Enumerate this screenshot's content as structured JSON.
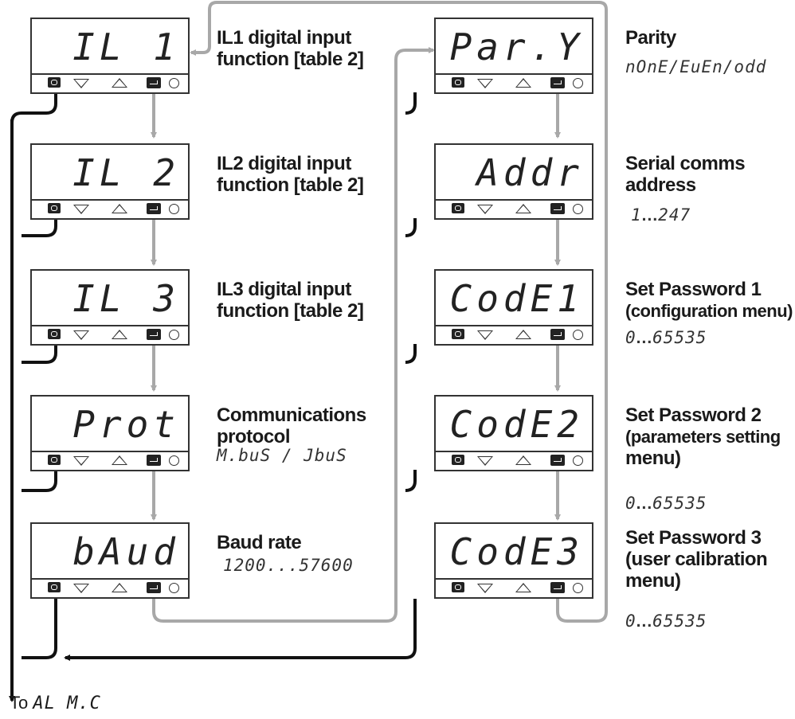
{
  "displays": {
    "il1": "IL 1",
    "il2": "IL 2",
    "il3": "IL 3",
    "prot": "Prot",
    "baud": "bAud",
    "pary": "Par.Y",
    "addr": "Addr",
    "code1": "CodE1",
    "code2": "CodE2",
    "code3": "CodE3"
  },
  "labels": {
    "il1_l1": "IL1 digital input",
    "il1_l2": "function [table 2]",
    "il2_l1": "IL2 digital input",
    "il2_l2": "function [table 2]",
    "il3_l1": "IL3 digital input",
    "il3_l2": "function [table 2]",
    "prot_l1": "Communications",
    "prot_l2": "protocol",
    "baud_l1": "Baud rate",
    "pary_l1": "Parity",
    "addr_l1": "Serial comms",
    "addr_l2": "address",
    "code1_l1": "Set Password 1",
    "code1_l2": "(configuration menu)",
    "code2_l1": "Set Password 2",
    "code2_l2": "(parameters setting",
    "code2_l3": "menu)",
    "code3_l1": "Set Password 3",
    "code3_l2": "(user calibration",
    "code3_l3": "menu)"
  },
  "ranges": {
    "prot": "M.buS / JbuS",
    "baud": "1200...57600",
    "pary": "nOnE/EuEn/odd",
    "addr_min": "1",
    "addr_sep": "...",
    "addr_max": "247",
    "code_min": "0",
    "code_sep": "...",
    "code_max": "65535"
  },
  "footer": {
    "to": "To",
    "target": "AL M.C"
  },
  "colors": {
    "main_arrow": "#111111",
    "next_arrow": "#a8a8a8",
    "outline": "#333333"
  }
}
